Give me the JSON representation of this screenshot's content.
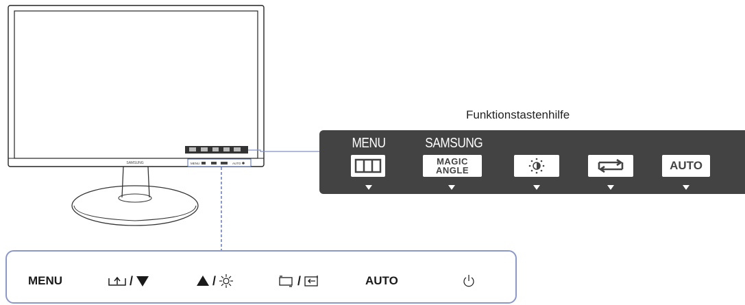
{
  "monitor": {
    "brand": "SAMSUNG",
    "bezel_buttons": [
      "MENU",
      "AUTO"
    ]
  },
  "guide": {
    "title": "Funktionstastenhilfe",
    "keys": [
      {
        "caption": "MENU",
        "icon": "menu-frame-icon"
      },
      {
        "caption": "SAMSUNG",
        "box_line1": "MAGIC",
        "box_line2": "ANGLE"
      },
      {
        "caption": "",
        "icon": "brightness-icon"
      },
      {
        "caption": "",
        "icon": "source-switch-icon"
      },
      {
        "caption": "",
        "box_text": "AUTO"
      }
    ]
  },
  "buttons": {
    "menu_label": "MENU",
    "slash": "/",
    "auto_label": "AUTO",
    "icons": [
      "enter-icon",
      "down-triangle-icon",
      "up-triangle-icon",
      "brightness-icon",
      "source-icon",
      "input-icon",
      "power-icon"
    ]
  },
  "colors": {
    "panel_dark": "#434343",
    "panel_border": "#8a97c9",
    "leader_line": "#7f90c8"
  }
}
